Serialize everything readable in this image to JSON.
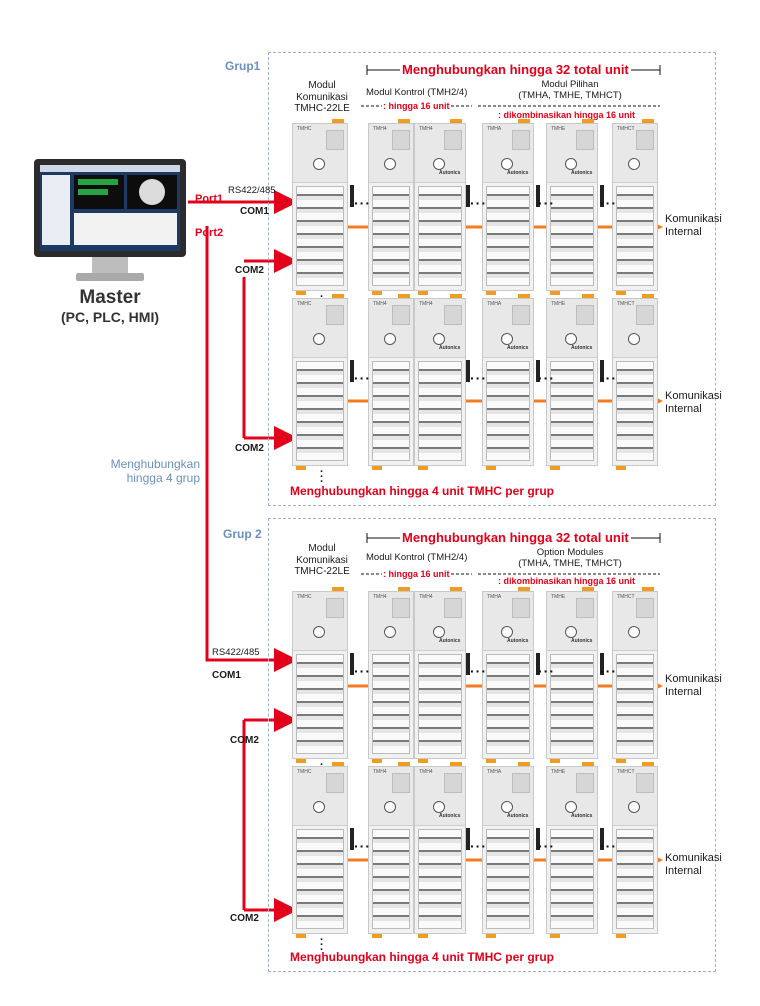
{
  "master": {
    "title": "Master",
    "subtitle": "(PC, PLC, HMI)"
  },
  "left": {
    "port1": "Port1",
    "port2": "Port2",
    "connect_groups_line1": "Menghubungkan",
    "connect_groups_line2": "hingga 4 grup"
  },
  "groups": [
    {
      "name": "Grup1",
      "banner": "Menghubungkan hingga 32 total unit",
      "comm_module_l1": "Modul",
      "comm_module_l2": "Komunikasi",
      "comm_module_l3": "TMHC-22LE",
      "control_module": "Modul Kontrol (TMH2/4)",
      "control_limit": ": hingga 16 unit",
      "option_l1": "Modul Pilihan",
      "option_l2": "(TMHA, TMHE, TMHCT)",
      "option_limit": ": dikombinasikan hingga 16 unit",
      "rs": "RS422/485",
      "com1": "COM1",
      "com2a": "COM2",
      "com2b": "COM2",
      "internal_a_l1": "Komunikasi",
      "internal_a_l2": "Internal",
      "internal_b_l1": "Komunikasi",
      "internal_b_l2": "Internal",
      "footer": "Menghubungkan hingga 4 unit TMHC per grup"
    },
    {
      "name": "Grup 2",
      "banner": "Menghubungkan hingga 32 total unit",
      "comm_module_l1": "Modul",
      "comm_module_l2": "Komunikasi",
      "comm_module_l3": "TMHC-22LE",
      "control_module": "Modul Kontrol (TMH2/4)",
      "control_limit": ": hingga 16 unit",
      "option_l1": "Option Modules",
      "option_l2": "(TMHA, TMHE, TMHCT)",
      "option_limit": ": dikombinasikan hingga 16 unit",
      "rs": "RS422/485",
      "com1": "COM1",
      "com2a": "COM2",
      "com2b": "COM2",
      "internal_a_l1": "Komunikasi",
      "internal_a_l2": "Internal",
      "internal_b_l1": "Komunikasi",
      "internal_b_l2": "Internal",
      "footer": "Menghubungkan hingga 4 unit TMHC per grup"
    }
  ],
  "module_labels": {
    "comm": "TMHC",
    "control": "TMH4",
    "option_a": "TMHA",
    "option_e": "TMHE",
    "option_ct": "TMHCT",
    "brand": "Autonics"
  },
  "colors": {
    "red": "#e3001b",
    "orange": "#f47b20",
    "blue_label": "#6b8fc0",
    "group_border": "#9fb3d1"
  }
}
